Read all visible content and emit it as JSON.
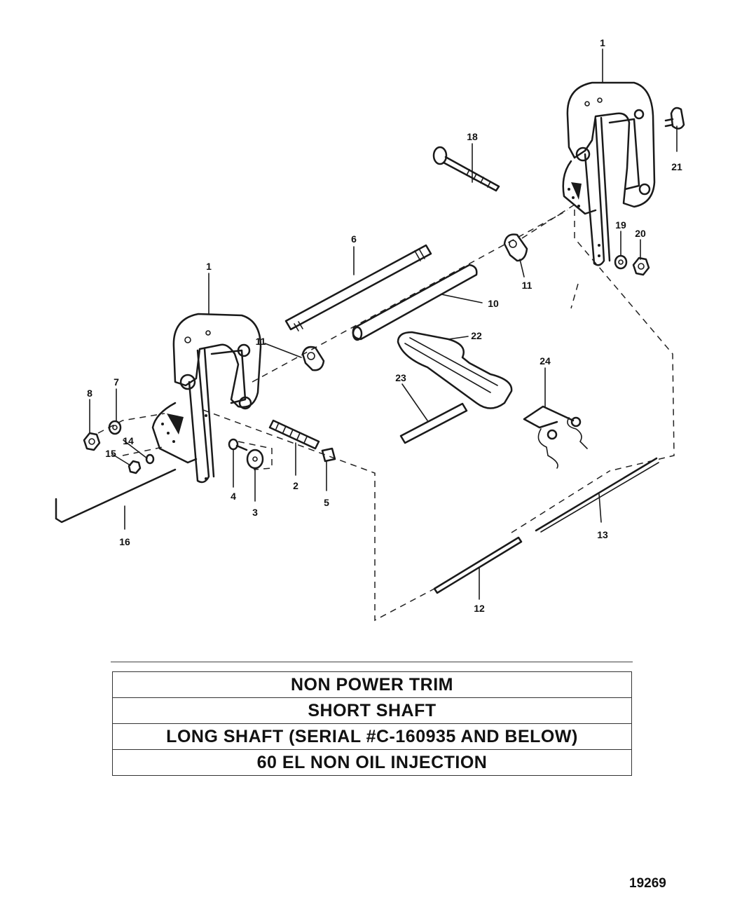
{
  "callouts": [
    "1",
    "1",
    "2",
    "3",
    "4",
    "5",
    "6",
    "7",
    "8",
    "10",
    "11",
    "11",
    "12",
    "13",
    "14",
    "15",
    "16",
    "18",
    "19",
    "20",
    "21",
    "22",
    "23",
    "24"
  ],
  "table_rows": [
    "NON POWER TRIM",
    "SHORT SHAFT",
    "LONG SHAFT (SERIAL #C-160935 AND BELOW)",
    "60 EL NON OIL INJECTION"
  ],
  "figure_number": "19269"
}
